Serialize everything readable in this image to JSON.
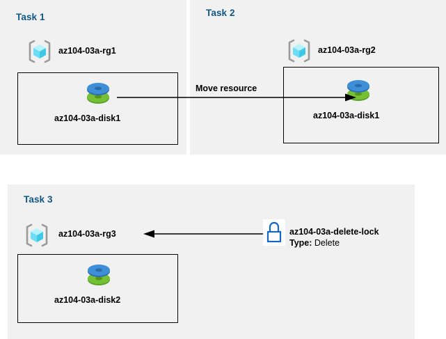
{
  "diagram": {
    "title": "Azure resource group tasks diagram",
    "colors": {
      "panel_bg": "#f1f1f1",
      "page_bg": "#ffffff",
      "task_title": "#115784",
      "box_border": "#000000",
      "lock_blue": "#1466c8",
      "disk_blue": "#3f8fd8",
      "disk_green": "#6cb52d",
      "cube_cyan": "#7fe7fb",
      "bracket_gray": "#9a9a9a"
    },
    "panels": [
      {
        "id": "task1",
        "title": "Task 1",
        "resource_group": {
          "name": "az104-03a-rg1",
          "icon": "resource-group-icon"
        },
        "resource": {
          "name": "az104-03a-disk1",
          "icon": "disk-icon"
        }
      },
      {
        "id": "task2",
        "title": "Task 2",
        "resource_group": {
          "name": "az104-03a-rg2",
          "icon": "resource-group-icon"
        },
        "resource": {
          "name": "az104-03a-disk1",
          "icon": "disk-icon"
        }
      },
      {
        "id": "task3",
        "title": "Task 3",
        "resource_group": {
          "name": "az104-03a-rg3",
          "icon": "resource-group-icon"
        },
        "resource": {
          "name": "az104-03a-disk2",
          "icon": "disk-icon"
        }
      }
    ],
    "connectors": [
      {
        "id": "move-resource",
        "label": "Move resource",
        "direction": "right",
        "from": "az104-03a-disk1",
        "to": "az104-03a-disk1"
      },
      {
        "id": "delete-lock",
        "label": "",
        "direction": "left",
        "from": "az104-03a-delete-lock",
        "to": "az104-03a-rg3"
      }
    ],
    "lock": {
      "icon": "lock-icon",
      "name": "az104-03a-delete-lock",
      "type_key": "Type:",
      "type_value": "Delete"
    }
  }
}
